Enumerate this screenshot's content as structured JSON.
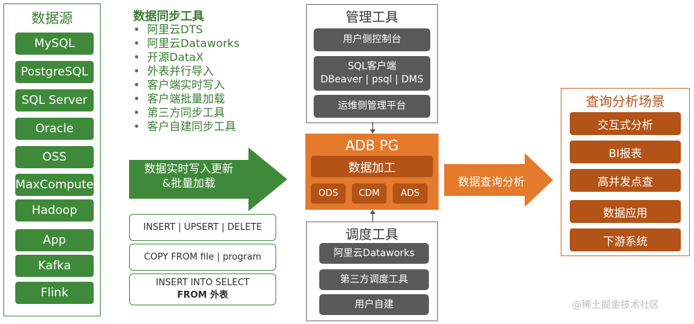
{
  "data_sources": {
    "title": "数据源",
    "items": [
      "MySQL",
      "PostgreSQL",
      "SQL Server",
      "Oracle",
      "OSS",
      "MaxCompute",
      "Hadoop",
      "App",
      "Kafka",
      "Flink"
    ]
  },
  "sync_tools": {
    "title": "数据同步工具",
    "items": [
      "阿里云DTS",
      "阿里云Dataworks",
      "开源DataX",
      "外表并行导入",
      "客户端实时写入",
      "客户端批量加载",
      "第三方同步工具",
      "客户自建同步工具"
    ]
  },
  "write_arrow": {
    "line1": "数据实时写入更新",
    "line2": "&批量加载"
  },
  "commands": [
    {
      "line1": "INSERT | UPSERT | DELETE",
      "line2": ""
    },
    {
      "line1": "COPY FROM file | program",
      "line2": ""
    },
    {
      "line1": "INSERT INTO SELECT",
      "line2": "FROM 外表"
    }
  ],
  "management": {
    "title": "管理工具",
    "items": [
      {
        "line1": "用户侧控制台",
        "line2": ""
      },
      {
        "line1": "SQL客户端",
        "line2": "DBeaver | psql | DMS"
      },
      {
        "line1": "运维侧管理平台",
        "line2": ""
      }
    ]
  },
  "adb": {
    "title": "ADB PG",
    "processing": "数据加工",
    "layers": [
      "ODS",
      "CDM",
      "ADS"
    ]
  },
  "scheduling": {
    "title": "调度工具",
    "items": [
      "阿里云Dataworks",
      "第三方调度工具",
      "用户自建"
    ]
  },
  "query_arrow": {
    "label": "数据查询分析"
  },
  "scenarios": {
    "title": "查询分析场景",
    "items": [
      "交互式分析",
      "BI报表",
      "高并发点查",
      "数据应用",
      "下游系统"
    ]
  },
  "watermark": "@稀土掘金技术社区",
  "colors": {
    "green": "#3f8a3a",
    "orange": "#e37a2c",
    "dark_orange": "#b45317",
    "gray": "#5a5a5a"
  }
}
